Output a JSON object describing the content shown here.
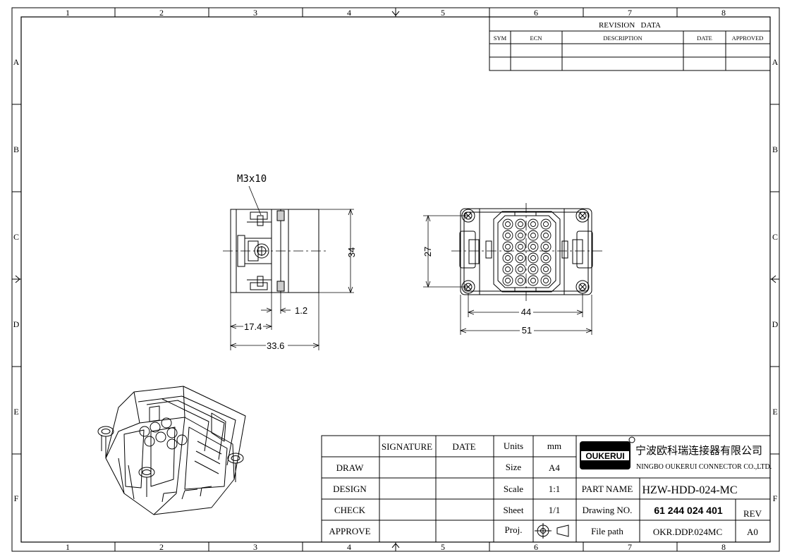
{
  "border": {
    "columns": [
      "1",
      "2",
      "3",
      "4",
      "5",
      "6",
      "7",
      "8"
    ],
    "rows": [
      "A",
      "B",
      "C",
      "D",
      "E",
      "F"
    ]
  },
  "revision": {
    "title": "REVISION   DATA",
    "headers": [
      "SYM",
      "ECN",
      "DESCRIPTION",
      "DATE",
      "APPROVED"
    ]
  },
  "dimensions": {
    "screw": "M3x10",
    "height_side": "34",
    "small_gap": "1.2",
    "offset": "17.4",
    "depth": "33.6",
    "height_front": "27",
    "inner_width": "44",
    "outer_width": "51"
  },
  "title_block": {
    "signature_header": "SIGNATURE",
    "date_header": "DATE",
    "roles": [
      "DRAW",
      "DESIGN",
      "CHECK",
      "APPROVE"
    ],
    "units_label": "Units",
    "units_value": "mm",
    "size_label": "Size",
    "size_value": "A4",
    "scale_label": "Scale",
    "scale_value": "1:1",
    "sheet_label": "Sheet",
    "sheet_value": "1/1",
    "proj_label": "Proj.",
    "logo_text": "OUKERUI",
    "company_cn": "宁波欧科瑞连接器有限公司",
    "company_en": "NINGBO OUKERUI CONNECTOR CO.,LTD.",
    "part_name_label": "PART NAME",
    "part_name_value": "HZW-HDD-024-MC",
    "drawing_no_label": "Drawing NO.",
    "drawing_no_value": "61 244 024 401",
    "rev_label": "REV",
    "file_path_label": "File path",
    "file_path_value": "OKR.DDP.024MC",
    "rev_value": "A0"
  }
}
